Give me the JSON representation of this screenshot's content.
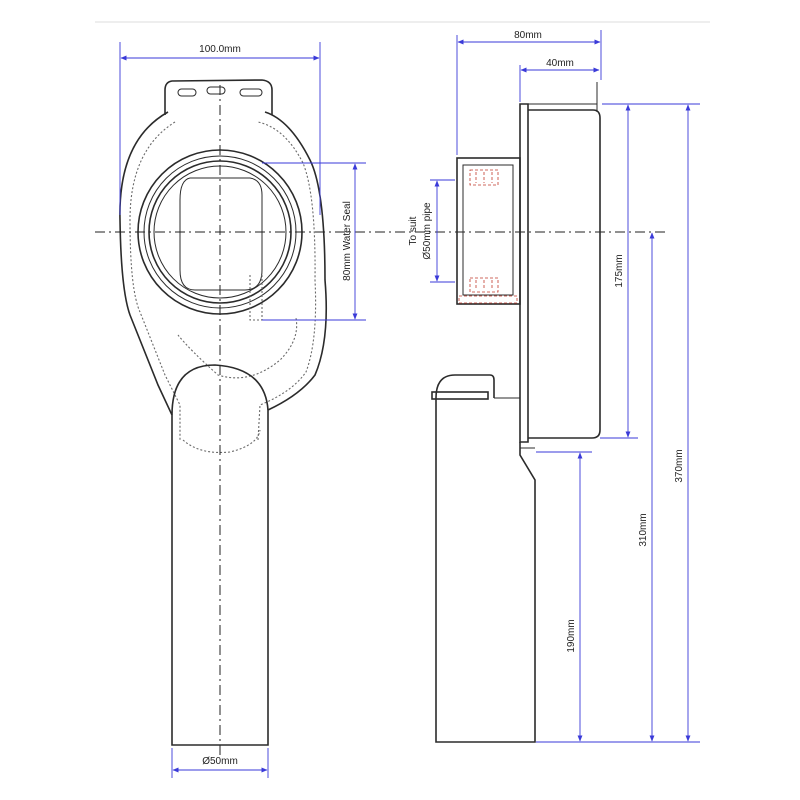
{
  "front_view": {
    "width_label": "100.0mm",
    "water_seal_label": "80mm Water Seal",
    "outlet_label": "Ø50mm"
  },
  "side_view": {
    "depth_label": "80mm",
    "flange_label": "40mm",
    "inlet_label_line1": "To suit",
    "inlet_label_line2": "Ø50mm pipe",
    "body_height_label": "175mm",
    "centre_height_label": "310mm",
    "total_height_label": "370mm",
    "outlet_height_label": "190mm"
  },
  "colors": {
    "dimension_line": "#3a3ad8",
    "hatch": "#c0392b",
    "outline": "#2b2b2b"
  }
}
